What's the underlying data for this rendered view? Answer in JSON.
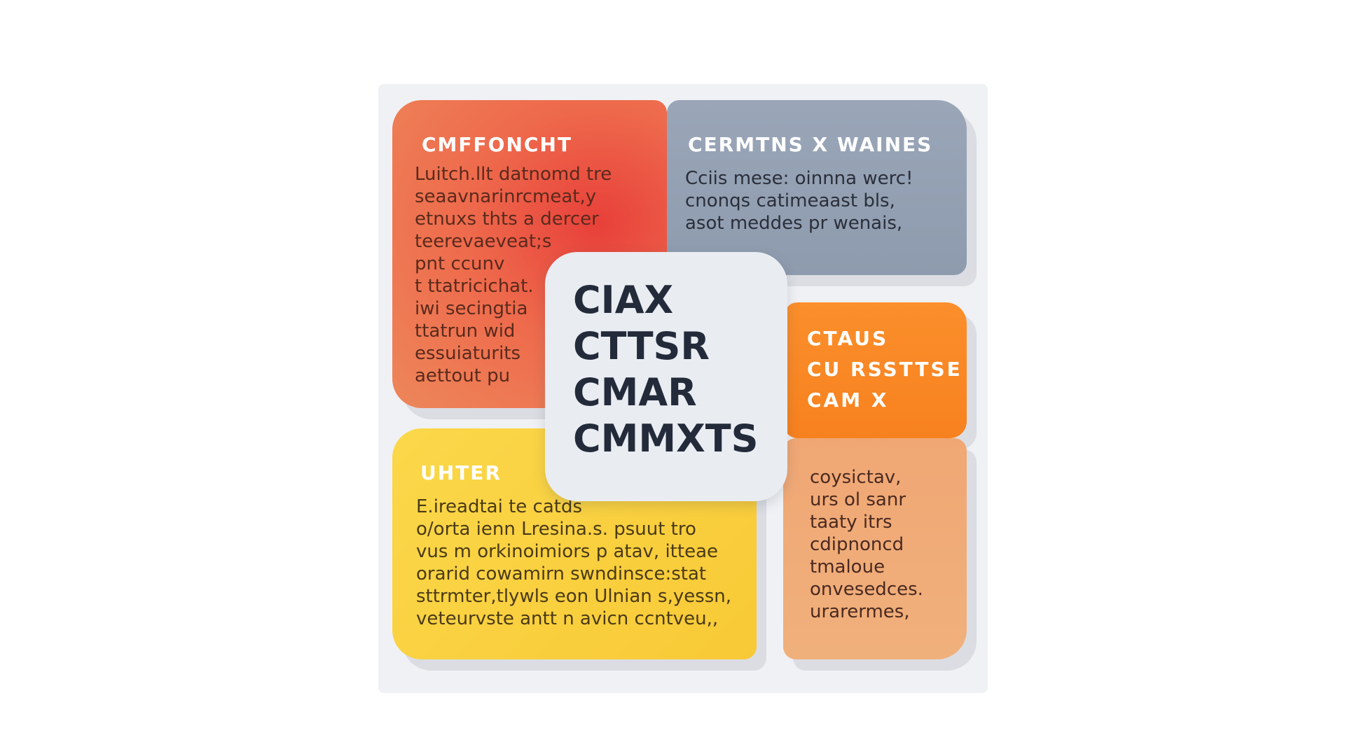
{
  "tiles": {
    "top_left": {
      "heading": "CMFFONCHT",
      "body": "Luitch.llt datnomd tre\nseaavnarinrcmeat,y\netnuxs thts a dercer\nteerevaeveat;s\npnt ccunv\nt ttatricichat.\niwi secingtia\nttatrun wid\nessuiaturits\naettout pu"
    },
    "top_right": {
      "heading": "CERMTNS X WAINES",
      "body": "Cciis mese: oinnna werc!\ncnonqs catimeaast bls,\nasot meddes pr wenais,"
    },
    "center": {
      "text": "CIAX\nCTTSR\nCMAR\nCMMXTS"
    },
    "right_orange": {
      "heading": "CTAUS\nCU RSSTTSE\nCAM X"
    },
    "bottom_left": {
      "heading": "UHTER",
      "body": "E.ireadtai te catds\no/orta ienn Lresina.s. psuut tro\nvus m orkinoimiors p atav, itteae\norarid cowamirn swndinsce:stat\nsttrmter,tlywls eon Ulnian s,yessn,\nveteurvste antt n avicn ccntveu,,"
    },
    "bottom_right": {
      "body": "coysictav,\nurs ol sanr\ntaaty itrs\ncdipnoncd\ntmaloue\nonvesedces.\nurarermes,"
    }
  },
  "colors": {
    "orange_red": "#ee6a4c",
    "gray": "#8e9bae",
    "orange": "#f7811f",
    "yellow": "#f8c936",
    "peach": "#f0a774",
    "center": "#e9ecf1"
  }
}
